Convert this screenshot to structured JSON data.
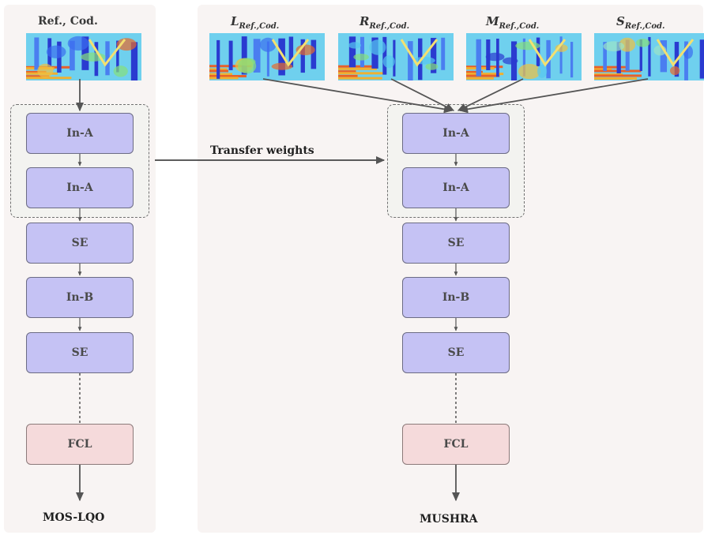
{
  "left": {
    "input_title": "Ref., Cod.",
    "blocks": [
      "In-A",
      "In-A",
      "SE",
      "In-B",
      "SE",
      "FCL"
    ],
    "output_label": "MOS-LQO"
  },
  "right": {
    "inputs": [
      {
        "letter": "L",
        "sub": "Ref.,Cod."
      },
      {
        "letter": "R",
        "sub": "Ref.,Cod."
      },
      {
        "letter": "M",
        "sub": "Ref.,Cod."
      },
      {
        "letter": "S",
        "sub": "Ref.,Cod."
      }
    ],
    "blocks": [
      "In-A",
      "In-A",
      "SE",
      "In-B",
      "SE",
      "FCL"
    ],
    "output_label": "MUSHRA"
  },
  "transfer_label": "Transfer weights",
  "colors": {
    "block_fill": "#c5c2f4",
    "fcl_fill": "#f5dadb",
    "panel_fill": "#f8f4f3",
    "arrow": "#555555"
  }
}
